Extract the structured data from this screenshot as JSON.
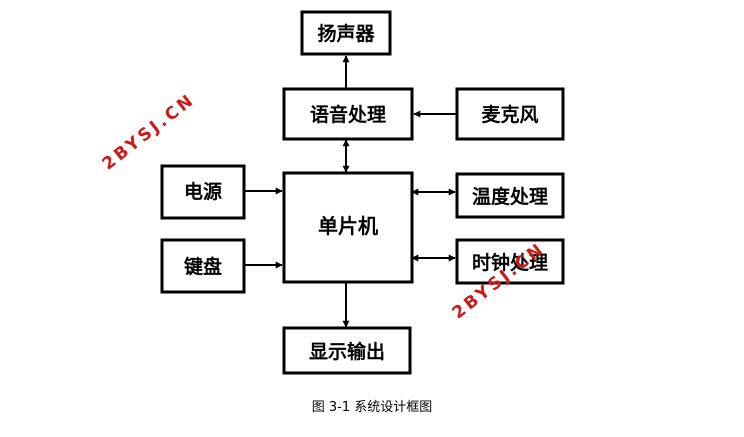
{
  "diagram": {
    "nodes": {
      "speaker": "扬声器",
      "voice": "语音处理",
      "mic": "麦克风",
      "power": "电源",
      "mcu": "单片机",
      "temp": "温度处理",
      "keyboard": "键盘",
      "clock": "时钟处理",
      "display": "显示输出"
    },
    "edges": [
      {
        "from": "voice",
        "to": "speaker"
      },
      {
        "from": "mic",
        "to": "voice"
      },
      {
        "from": "voice",
        "to": "mcu",
        "bidirectional": true
      },
      {
        "from": "power",
        "to": "mcu"
      },
      {
        "from": "keyboard",
        "to": "mcu"
      },
      {
        "from": "mcu",
        "to": "temp",
        "bidirectional": true
      },
      {
        "from": "mcu",
        "to": "clock",
        "bidirectional": true
      },
      {
        "from": "mcu",
        "to": "display"
      }
    ]
  },
  "watermark": {
    "text": "2BYSJ.CN",
    "color": "#cc1a1a"
  },
  "caption": "图 3-1 系统设计框图"
}
